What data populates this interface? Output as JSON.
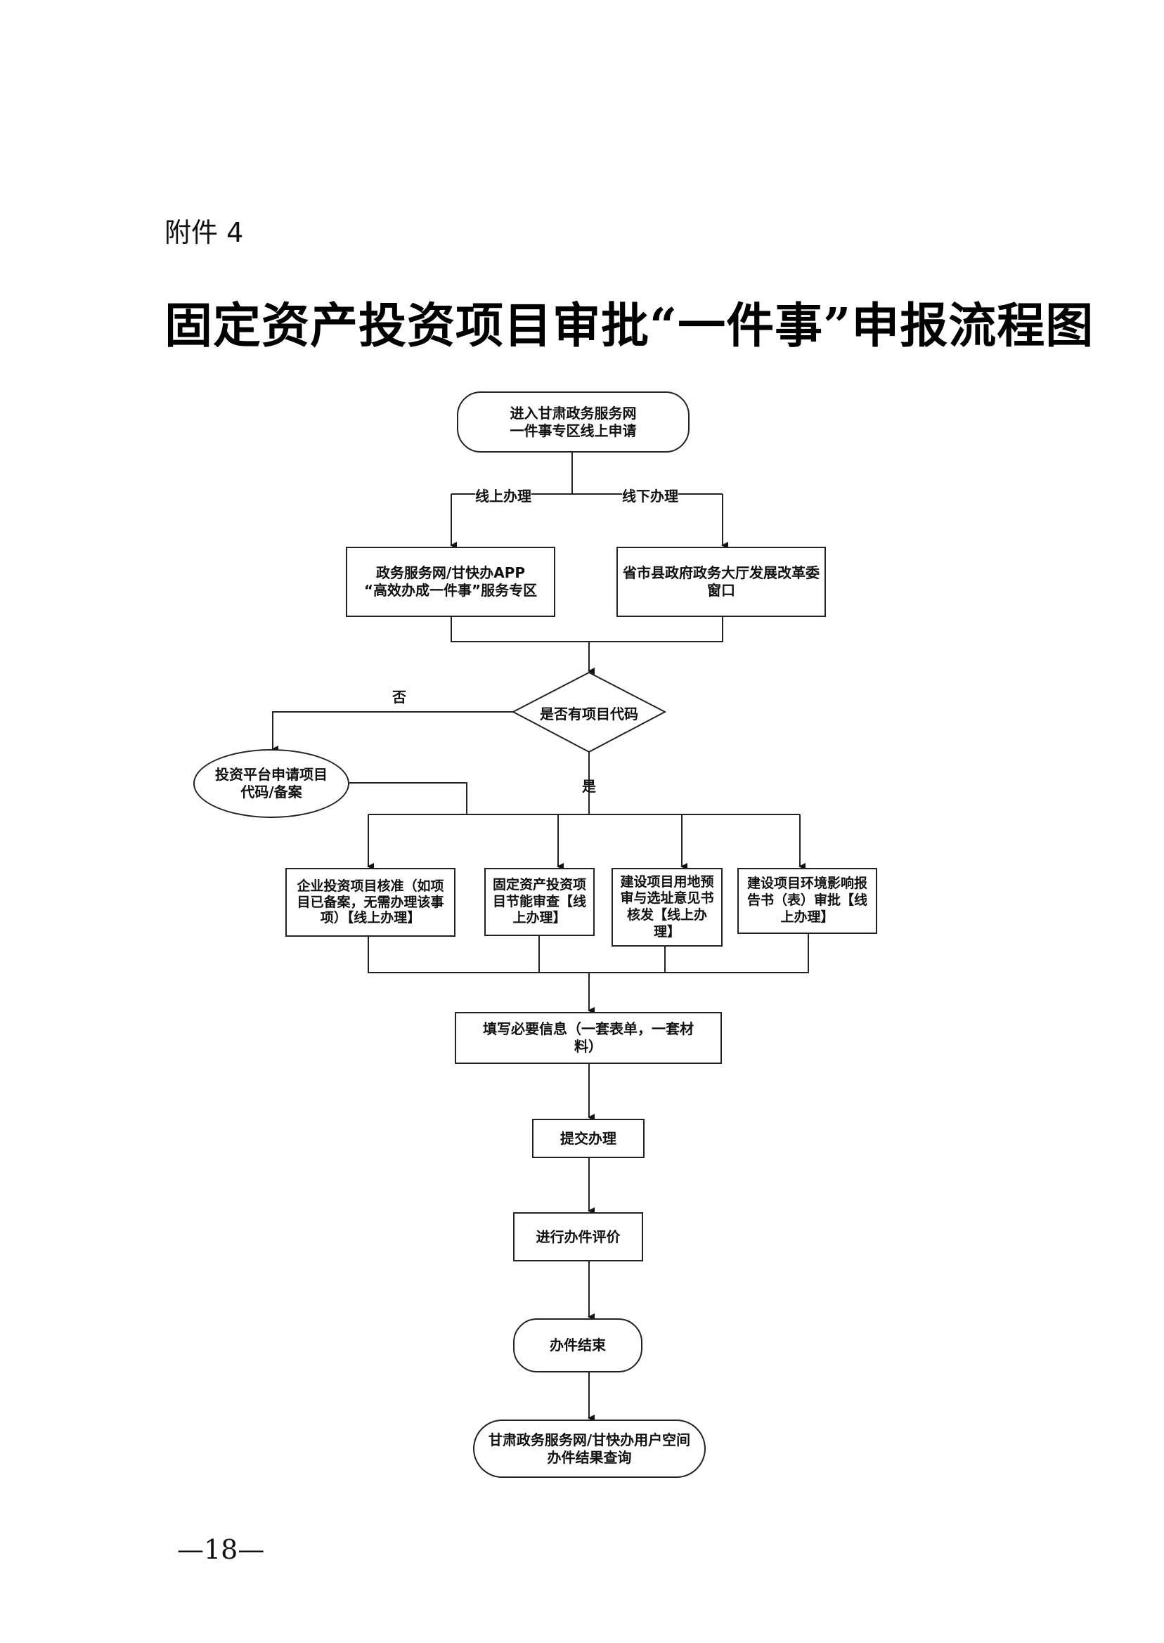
{
  "header": {
    "attachment_label": "附件 4",
    "title": "固定资产投资项目审批“一件事”申报流程图"
  },
  "flow": {
    "start": "进入甘肃政务服务网\n一件事专区线上申请",
    "branch_online_label": "线上办理",
    "branch_offline_label": "线下办理",
    "online_channel": "政务服务网/甘快办APP\n“高效办成一件事”服务专区",
    "offline_channel": "省市县政府政务大厅发展改革委窗口",
    "decision": "是否有项目代码",
    "decision_no_label": "否",
    "decision_yes_label": "是",
    "apply_code": "投资平台申请项目\n代码/备案",
    "parallel_steps": [
      "企业投资项目核准（如项目已备案，无需办理该事项）【线上办理】",
      "固定资产投资项目节能审查【线上办理】",
      "建设项目用地预审与选址意见书核发【线上办理】",
      "建设项目环境影响报告书（表）审批【线上办理】"
    ],
    "fill_info": "填写必要信息（一套表单，一套材料）",
    "submit": "提交办理",
    "evaluate": "进行办件评价",
    "end": "办件结束",
    "query": "甘肃政务服务网/甘快办用户空间\n办件结果查询"
  },
  "footer": {
    "page_number": "—18—"
  }
}
